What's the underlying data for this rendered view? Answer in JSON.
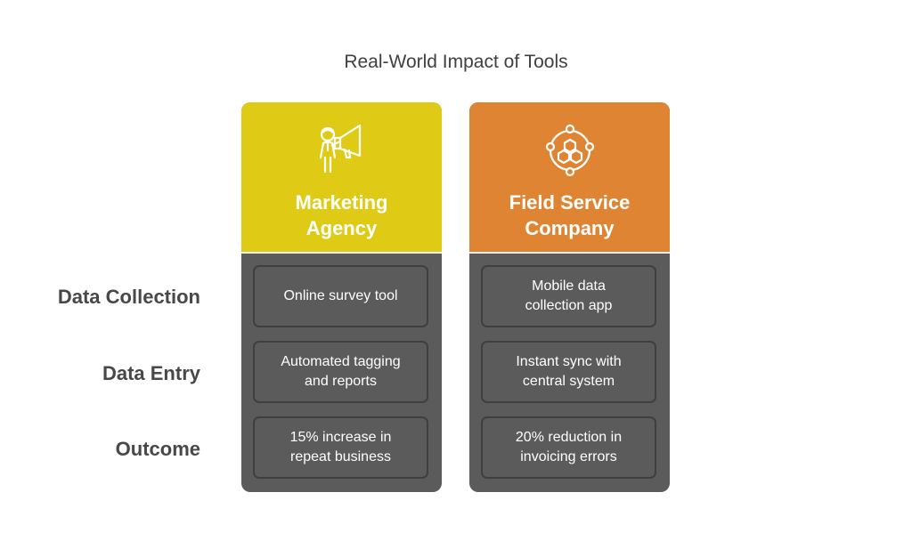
{
  "title": "Real-World Impact of Tools",
  "colors": {
    "marketing": "#dfcb16",
    "field": "#df8432",
    "body": "#5b5b5b",
    "cell_border": "#3f3f3f"
  },
  "rows": [
    {
      "label": "Data Collection"
    },
    {
      "label": "Data Entry"
    },
    {
      "label": "Outcome"
    }
  ],
  "columns": [
    {
      "title": "Marketing\nAgency",
      "icon": "megaphone-person-icon",
      "cells": [
        "Online survey tool",
        "Automated tagging\nand reports",
        "15% increase in\nrepeat business"
      ]
    },
    {
      "title": "Field Service\nCompany",
      "icon": "hexagon-network-icon",
      "cells": [
        "Mobile data\ncollection app",
        "Instant sync with\ncentral system",
        "20% reduction in\ninvoicing errors"
      ]
    }
  ]
}
